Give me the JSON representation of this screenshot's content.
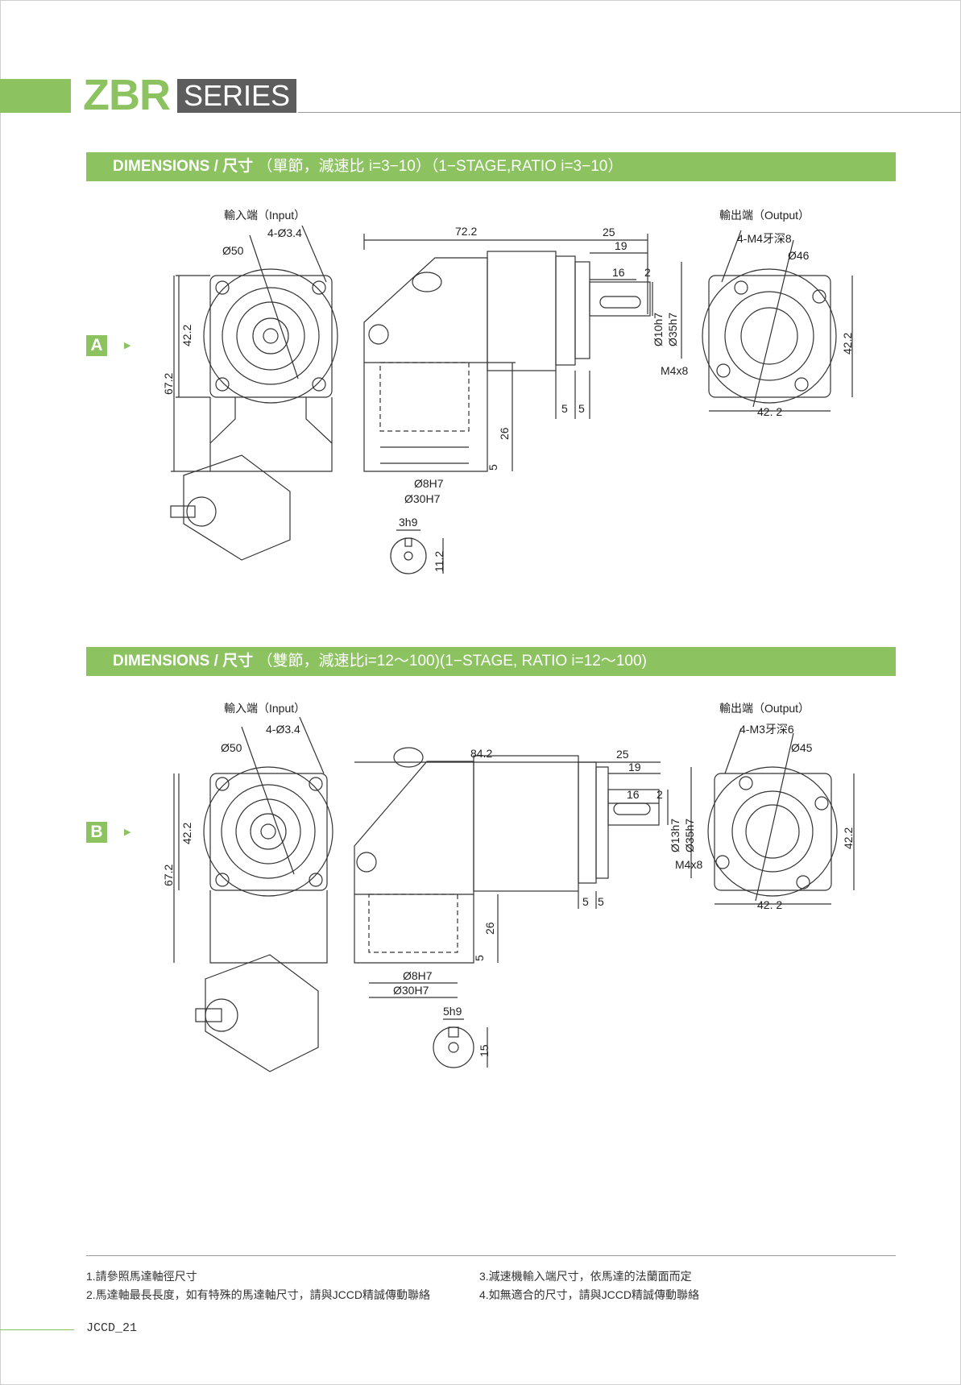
{
  "brand": {
    "series_name": "ZBR",
    "series_word": "SERIES"
  },
  "sections": [
    {
      "header_strong": "DIMENSIONS / 尺寸",
      "header_light": "（單節，減速比 i=3−10）（1−STAGE,RATIO i=3−10）",
      "variant": "A",
      "arrow": "▶",
      "labels": {
        "input": "輸入端（Input）",
        "output": "輸出端（Output）",
        "bolt_holes": "4-Ø3.4",
        "d_input": "Ø50",
        "dim_72": "72.2",
        "dim_25": "25",
        "dim_19": "19",
        "dim_16": "16",
        "dim_2": "2",
        "shaft_d": "Ø10h7",
        "spigot_d": "Ø35h7",
        "thread": "M4x8",
        "dim_5a": "5",
        "dim_5b": "5",
        "dim_26": "26",
        "dim_5c": "5",
        "d_8h7": "Ø8H7",
        "d_30h7": "Ø30H7",
        "dim_422_v": "42.2",
        "dim_672": "67.2",
        "out_thread": "4-M4牙深8",
        "out_pcd": "Ø46",
        "out_422_v": "42.2",
        "out_422_h": "42. 2",
        "key_w": "3h9",
        "key_h": "11.2"
      }
    },
    {
      "header_strong": "DIMENSIONS / 尺寸",
      "header_light": "（雙節，減速比i=12～100)(1−STAGE, RATIO i=12～100)",
      "variant": "B",
      "arrow": "▶",
      "labels": {
        "input": "輸入端（Input）",
        "output": "輸出端（Output）",
        "bolt_holes": "4-Ø3.4",
        "d_input": "Ø50",
        "dim_72": "84.2",
        "dim_25": "25",
        "dim_19": "19",
        "dim_16": "16",
        "dim_2": "2",
        "shaft_d": "Ø13h7",
        "spigot_d": "Ø35h7",
        "thread": "M4x8",
        "dim_5a": "5",
        "dim_5b": "5",
        "dim_26": "26",
        "dim_5c": "5",
        "d_8h7": "Ø8H7",
        "d_30h7": "Ø30H7",
        "dim_422_v": "42.2",
        "dim_672": "67.2",
        "out_thread": "4-M3牙深6",
        "out_pcd": "Ø45",
        "out_422_v": "42.2",
        "out_422_h": "42. 2",
        "key_w": "5h9",
        "key_h": "15"
      }
    }
  ],
  "notes": [
    "1.請參照馬達軸徑尺寸",
    "2.馬達軸最長長度，如有特殊的馬達軸尺寸，請與JCCD精誠傳動聯絡",
    "3.減速機輸入端尺寸，依馬達的法蘭面而定",
    "4.如無適合的尺寸，請與JCCD精誠傳動聯絡"
  ],
  "page_label": "JCCD_21",
  "colors": {
    "accent_green": "#8cc260",
    "series_grey": "#5d5d5d"
  }
}
